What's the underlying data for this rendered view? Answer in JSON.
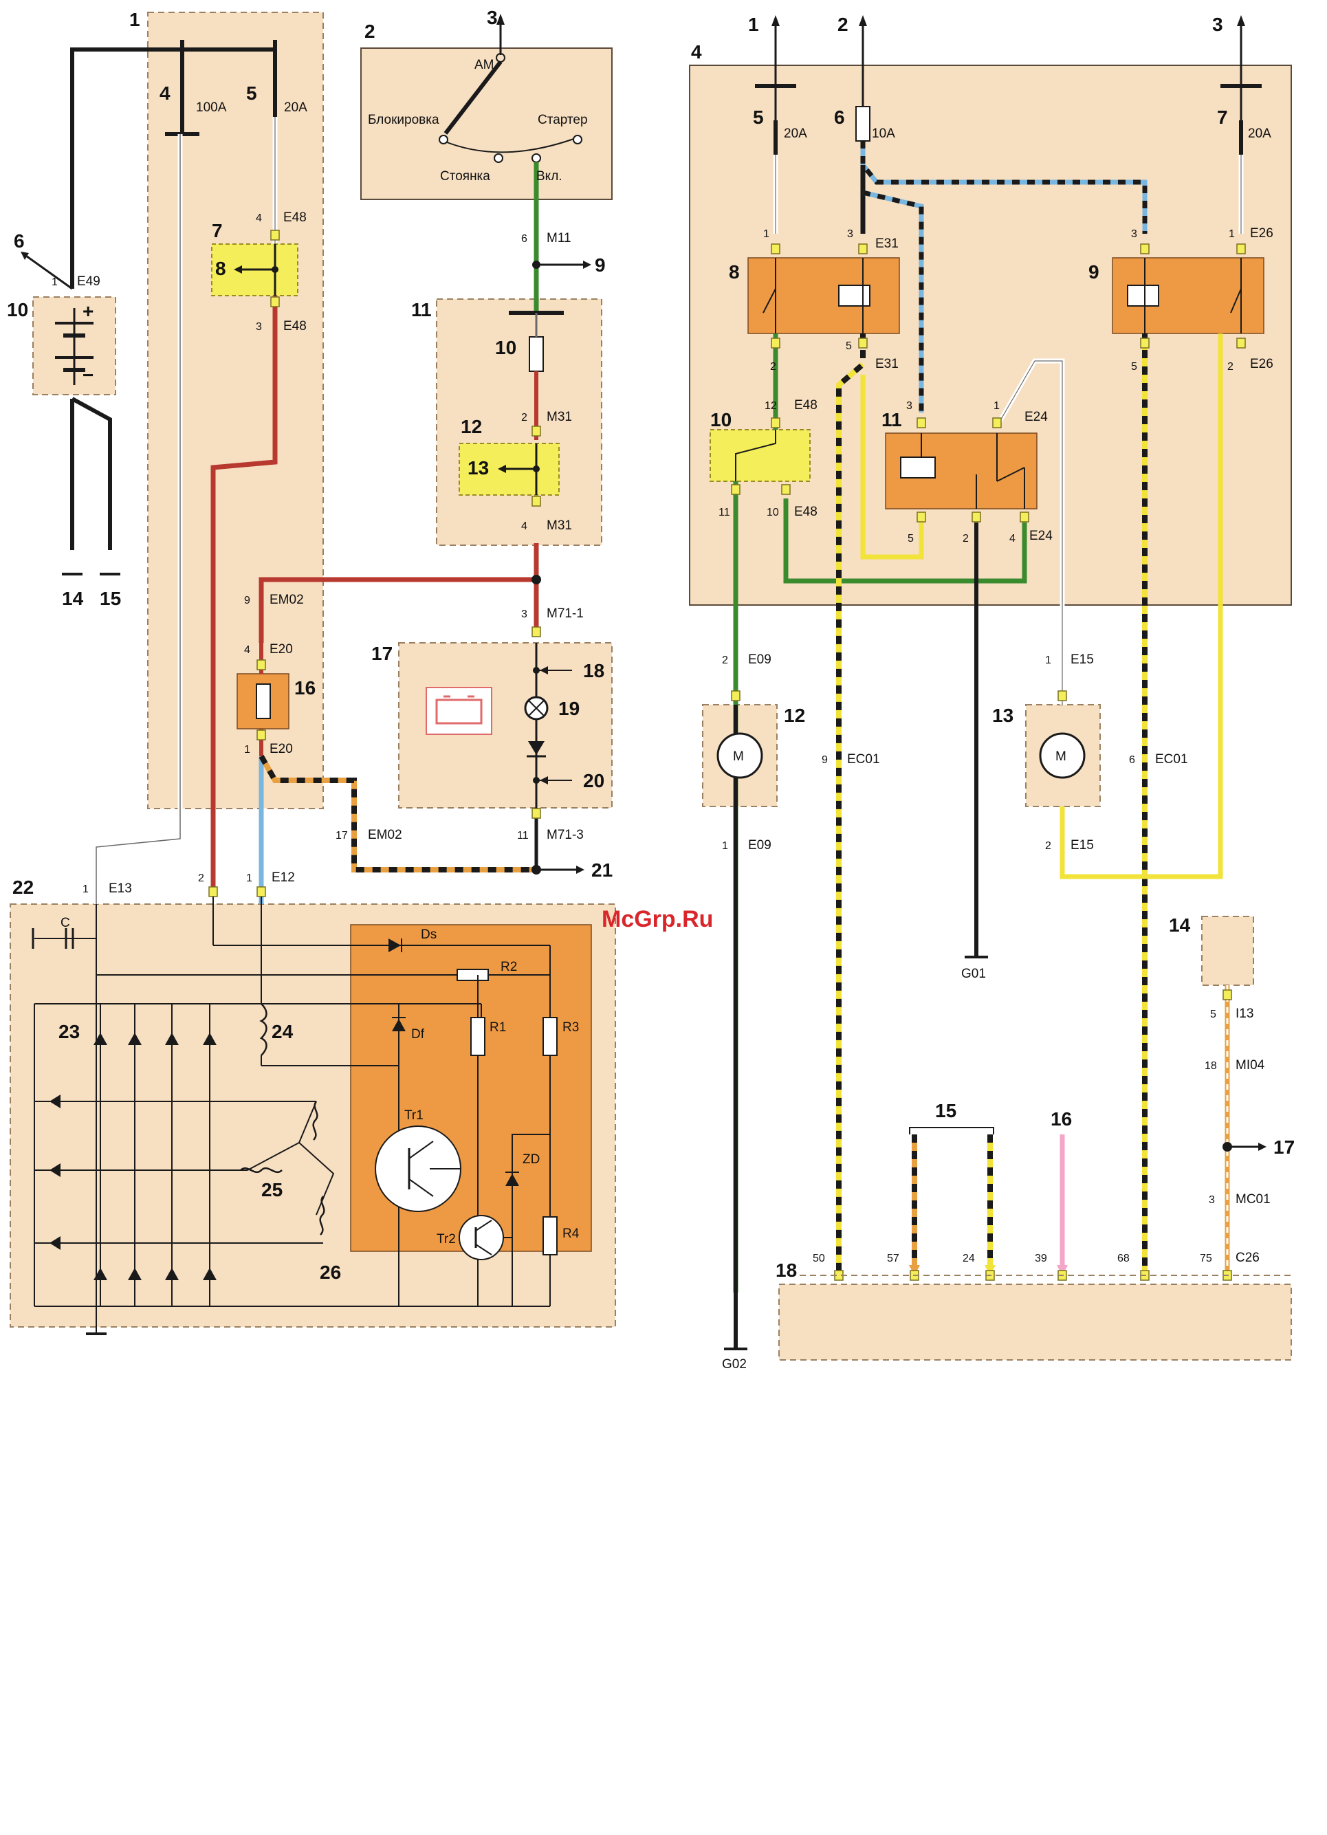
{
  "watermark": "McGrp.Ru",
  "left": {
    "callouts": {
      "n1": "1",
      "n2": "2",
      "n3": "3",
      "n4": "4",
      "n5": "5",
      "n6": "6",
      "n7": "7",
      "n8": "8",
      "n9": "9",
      "n10a": "10",
      "n10b": "10",
      "n11": "11",
      "n12": "12",
      "n13": "13",
      "n14": "14",
      "n15": "15",
      "n16": "16",
      "n17": "17",
      "n18": "18",
      "n19": "19",
      "n20": "20",
      "n21": "21",
      "n22": "22",
      "n23": "23",
      "n24": "24",
      "n25": "25",
      "n26": "26"
    },
    "fuse_4": "100A",
    "fuse_5": "20A",
    "ignition_switch": {
      "am": "АМ",
      "lock": "Блокировка",
      "start": "Стартер",
      "park": "Стоянка",
      "on": "Вкл."
    },
    "connectors": {
      "e49": "E49",
      "e49_pin": "1",
      "e48_top": "E48",
      "e48_top_pin": "4",
      "e48_bot": "E48",
      "e48_bot_pin": "3",
      "m11": "M11",
      "m11_pin": "6",
      "m31_top": "M31",
      "m31_top_pin": "2",
      "m31_bot": "M31",
      "m31_bot_pin": "4",
      "em02_a": "EM02",
      "em02_a_pin": "9",
      "e20_top": "E20",
      "e20_top_pin": "4",
      "e20_bot": "E20",
      "e20_bot_pin": "1",
      "m71_1": "M71-1",
      "m71_1_pin": "3",
      "m71_3": "M71-3",
      "m71_3_pin": "11",
      "em02_b": "EM02",
      "em02_b_pin": "17",
      "e13": "E13",
      "e13_pin": "1",
      "e12": "E12",
      "e12_pin": "1",
      "e12b_pin": "2"
    },
    "battery_plus": "+",
    "battery_minus": "−",
    "alternator": {
      "c": "C",
      "ds": "Ds",
      "r2": "R2",
      "df": "Df",
      "r1": "R1",
      "r3": "R3",
      "tr1": "Tr1",
      "zd": "ZD",
      "tr2": "Tr2",
      "r4": "R4"
    }
  },
  "right": {
    "callouts": {
      "n1": "1",
      "n2": "2",
      "n3": "3",
      "n4": "4",
      "n5": "5",
      "n6": "6",
      "n7": "7",
      "n8": "8",
      "n9": "9",
      "n10": "10",
      "n11": "11",
      "n12": "12",
      "n13": "13",
      "n14": "14",
      "n15": "15",
      "n16": "16",
      "n17": "17",
      "n18": "18"
    },
    "fuse_5": "20A",
    "fuse_6": "10A",
    "fuse_7": "20A",
    "connectors": {
      "e31_top": "E31",
      "e31_top_pin1": "1",
      "e31_top_pin3": "3",
      "e26_top": "E26",
      "e26_top_pin3": "3",
      "e26_top_pin1": "1",
      "e31_bot": "E31",
      "e31_bot_pin2": "2",
      "e31_bot_pin5": "5",
      "e26_bot": "E26",
      "e26_bot_pin5": "5",
      "e26_bot_pin2": "2",
      "e48_top": "E48",
      "e48_top_pin": "12",
      "e48_bot": "E48",
      "e48_bot_pin11": "11",
      "e48_bot_pin10": "10",
      "e24_top": "E24",
      "e24_top_pin3": "3",
      "e24_top_pin1": "1",
      "e24_bot": "E24",
      "e24_bot_pin5": "5",
      "e24_bot_pin2": "2",
      "e24_bot_pin4": "4",
      "e09_top": "E09",
      "e09_top_pin": "2",
      "e09_bot": "E09",
      "e09_bot_pin": "1",
      "ec01_a": "EC01",
      "ec01_a_pin": "9",
      "ec01_b": "EC01",
      "ec01_b_pin": "6",
      "e15_top": "E15",
      "e15_top_pin": "1",
      "e15_bot": "E15",
      "e15_bot_pin": "2",
      "i13": "I13",
      "i13_pin": "5",
      "mi04": "MI04",
      "mi04_pin": "18",
      "mc01": "MC01",
      "mc01_pin": "3",
      "c26": "C26",
      "pin50": "50",
      "pin57": "57",
      "pin24": "24",
      "pin39": "39",
      "pin68": "68",
      "pin75": "75"
    },
    "grounds": {
      "g01": "G01",
      "g02": "G02"
    },
    "motor": "M"
  },
  "colors": {
    "panel": "#f7dfc2",
    "relay": "#ec9a4f",
    "fusebox_yellow": "#f4ee5a",
    "red_wire": "#b8392f",
    "green_wire": "#3a8a2e",
    "blue_wire": "#79b6e0",
    "yellow_wire": "#f1e33a",
    "black_wire": "#1a1a1a",
    "orange_wire": "#e8a040",
    "pink_wire": "#f3a6c8",
    "alt_core": "#ee9a45"
  }
}
